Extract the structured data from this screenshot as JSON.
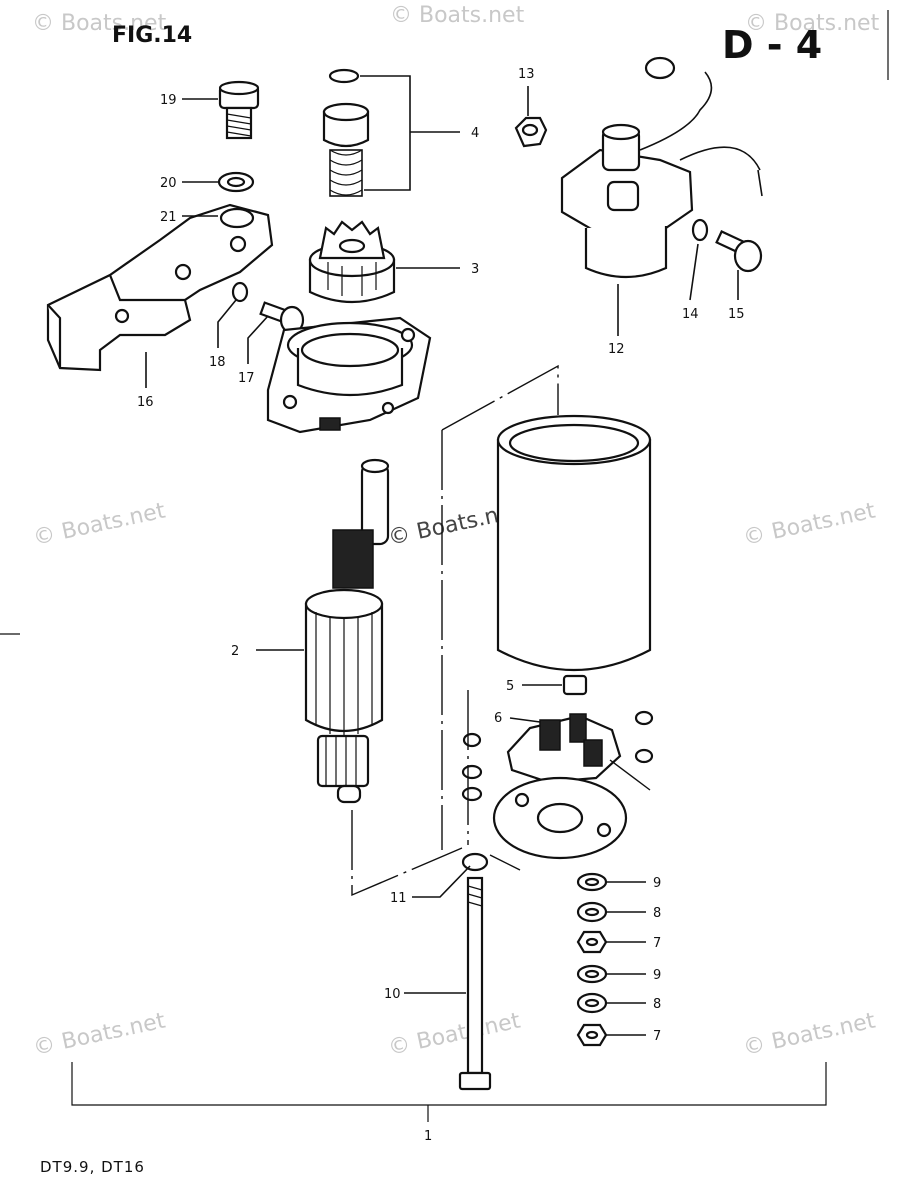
{
  "header": {
    "figure": "FIG.14",
    "section": "D - 4"
  },
  "footer": {
    "models": "DT9.9, DT16"
  },
  "watermark": "© Boats.net",
  "callouts": [
    "1",
    "2",
    "3",
    "4",
    "5",
    "6",
    "7",
    "7",
    "8",
    "8",
    "9",
    "9",
    "10",
    "11",
    "12",
    "13",
    "14",
    "15",
    "16",
    "17",
    "18",
    "19",
    "20",
    "21"
  ],
  "colors": {
    "ink": "#111111",
    "watermark": "#c8c8c8",
    "paper": "#ffffff"
  }
}
